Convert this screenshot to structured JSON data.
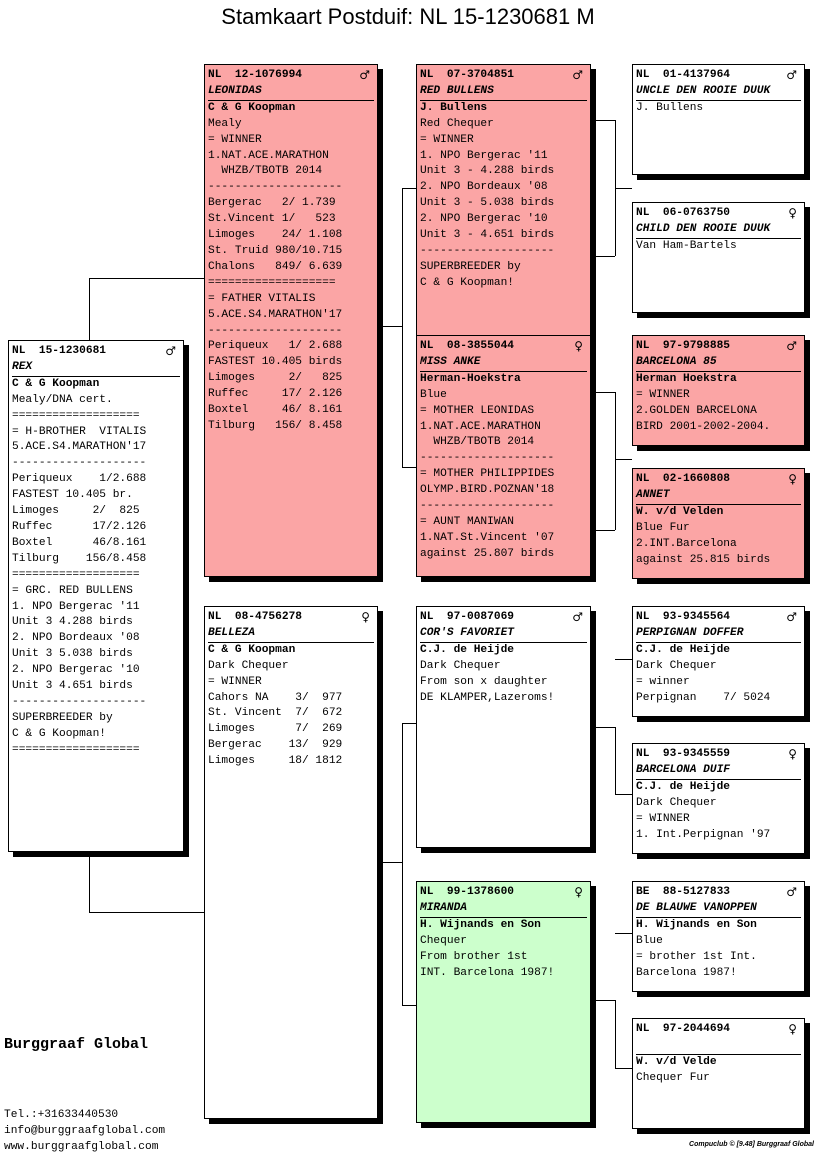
{
  "title": "Stamkaart Postduif: NL  15-1230681 M",
  "brand": "Burggraaf Global",
  "contact": [
    "Tel.:+31633440530",
    "info@burggraafglobal.com",
    "www.burggraafglobal.com"
  ],
  "credit": "Compuclub © [9.48]  Burggraaf Global",
  "birds": {
    "subject": {
      "id": "NL  15-1230681",
      "sex": "♂",
      "name": "REX",
      "owner": "C & G Koopman",
      "lines": [
        "Mealy/DNA cert.",
        "===================",
        "= H-BROTHER  VITALIS",
        "5.ACE.S4.MARATHON'17",
        "--------------------",
        "Periqueux    1/2.688",
        "FASTEST 10.405 br.",
        "Limoges     2/  825",
        "Ruffec      17/2.126",
        "Boxtel      46/8.161",
        "Tilburg    156/8.458",
        "===================",
        "= GRC. RED BULLENS",
        "1. NPO Bergerac '11",
        "Unit 3 4.288 birds",
        "2. NPO Bordeaux '08",
        "Unit 3 5.038 birds",
        "2. NPO Bergerac '10",
        "Unit 3 4.651 birds",
        "--------------------",
        "SUPERBREEDER by",
        "C & G Koopman!",
        "==================="
      ]
    },
    "father": {
      "id": "NL  12-1076994",
      "sex": "♂",
      "name": "LEONIDAS",
      "owner": "C & G Koopman",
      "lines": [
        "Mealy",
        "= WINNER",
        "1.NAT.ACE.MARATHON",
        "  WHZB/TBOTB 2014",
        "--------------------",
        "Bergerac   2/ 1.739",
        "St.Vincent 1/   523",
        "Limoges    24/ 1.108",
        "St. Truid 980/10.715",
        "Chalons   849/ 6.639",
        "===================",
        "= FATHER VITALIS",
        "5.ACE.S4.MARATHON'17",
        "--------------------",
        "Periqueux   1/ 2.688",
        "FASTEST 10.405 birds",
        "Limoges     2/   825",
        "Ruffec     17/ 2.126",
        "Boxtel     46/ 8.161",
        "Tilburg   156/ 8.458"
      ]
    },
    "mother": {
      "id": "NL  08-4756278",
      "sex": "♀",
      "name": "BELLEZA",
      "owner": "C & G Koopman",
      "lines": [
        "Dark Chequer",
        "= WINNER",
        "Cahors NA    3/  977",
        "St. Vincent  7/  672",
        "Limoges      7/  269",
        "Bergerac    13/  929",
        "Limoges     18/ 1812"
      ]
    },
    "ff": {
      "id": "NL  07-3704851",
      "sex": "♂",
      "name": "RED BULLENS",
      "owner": "J. Bullens",
      "lines": [
        "Red Chequer",
        "= WINNER",
        "1. NPO Bergerac '11",
        "Unit 3 - 4.288 birds",
        "2. NPO Bordeaux '08",
        "Unit 3 - 5.038 birds",
        "2. NPO Bergerac '10",
        "Unit 3 - 4.651 birds",
        "--------------------",
        "SUPERBREEDER by",
        "C & G Koopman!"
      ]
    },
    "fm": {
      "id": "NL  08-3855044",
      "sex": "♀",
      "name": "MISS ANKE",
      "owner": "Herman-Hoekstra",
      "lines": [
        "Blue",
        "= MOTHER LEONIDAS",
        "1.NAT.ACE.MARATHON",
        "  WHZB/TBOTB 2014",
        "--------------------",
        "= MOTHER PHILIPPIDES",
        "OLYMP.BIRD.POZNAN'18",
        "--------------------",
        "= AUNT MANIWAN",
        "1.NAT.St.Vincent '07",
        "against 25.807 birds"
      ]
    },
    "mf": {
      "id": "NL  97-0087069",
      "sex": "♂",
      "name": "COR'S FAVORIET",
      "owner": "C.J. de Heijde",
      "lines": [
        "Dark Chequer",
        "From son x daughter",
        "DE KLAMPER,Lazeroms!"
      ]
    },
    "mm": {
      "id": "NL  99-1378600",
      "sex": "♀",
      "name": "MIRANDA",
      "owner": "H. Wijnands en Son",
      "lines": [
        "Chequer",
        "From brother 1st",
        "INT. Barcelona 1987!"
      ]
    },
    "fff": {
      "id": "NL  01-4137964",
      "sex": "♂",
      "name": "UNCLE DEN ROOIE DUUK",
      "owner": "J. Bullens",
      "lines": []
    },
    "ffm": {
      "id": "NL  06-0763750",
      "sex": "♀",
      "name": "CHILD DEN ROOIE DUUK",
      "owner": "Van Ham-Bartels",
      "lines": []
    },
    "fmf": {
      "id": "NL  97-9798885",
      "sex": "♂",
      "name": "BARCELONA 85",
      "owner": "Herman Hoekstra",
      "lines": [
        "= WINNER",
        "2.GOLDEN BARCELONA",
        "BIRD 2001-2002-2004."
      ]
    },
    "fmm": {
      "id": "NL  02-1660808",
      "sex": "♀",
      "name": "ANNET",
      "owner": "W. v/d Velden",
      "lines": [
        "Blue Fur",
        "2.INT.Barcelona",
        "against 25.815 birds"
      ]
    },
    "mff": {
      "id": "NL  93-9345564",
      "sex": "♂",
      "name": "PERPIGNAN DOFFER",
      "owner": "C.J. de Heijde",
      "lines": [
        "Dark Chequer",
        "= winner",
        "Perpignan    7/ 5024"
      ]
    },
    "mfm": {
      "id": "NL  93-9345559",
      "sex": "♀",
      "name": "BARCELONA DUIF",
      "owner": "C.J. de Heijde",
      "lines": [
        "Dark Chequer",
        "= WINNER",
        "1. Int.Perpignan '97"
      ]
    },
    "mmf": {
      "id": "BE  88-5127833",
      "sex": "♂",
      "name": "DE BLAUWE VANOPPEN",
      "owner": "H. Wijnands en Son",
      "lines": [
        "Blue",
        "= brother 1st Int.",
        "Barcelona 1987!"
      ]
    },
    "mmm": {
      "id": "NL  97-2044694",
      "sex": "♀",
      "name": "",
      "owner": "W. v/d Velde",
      "lines": [
        "Chequer Fur"
      ]
    }
  }
}
